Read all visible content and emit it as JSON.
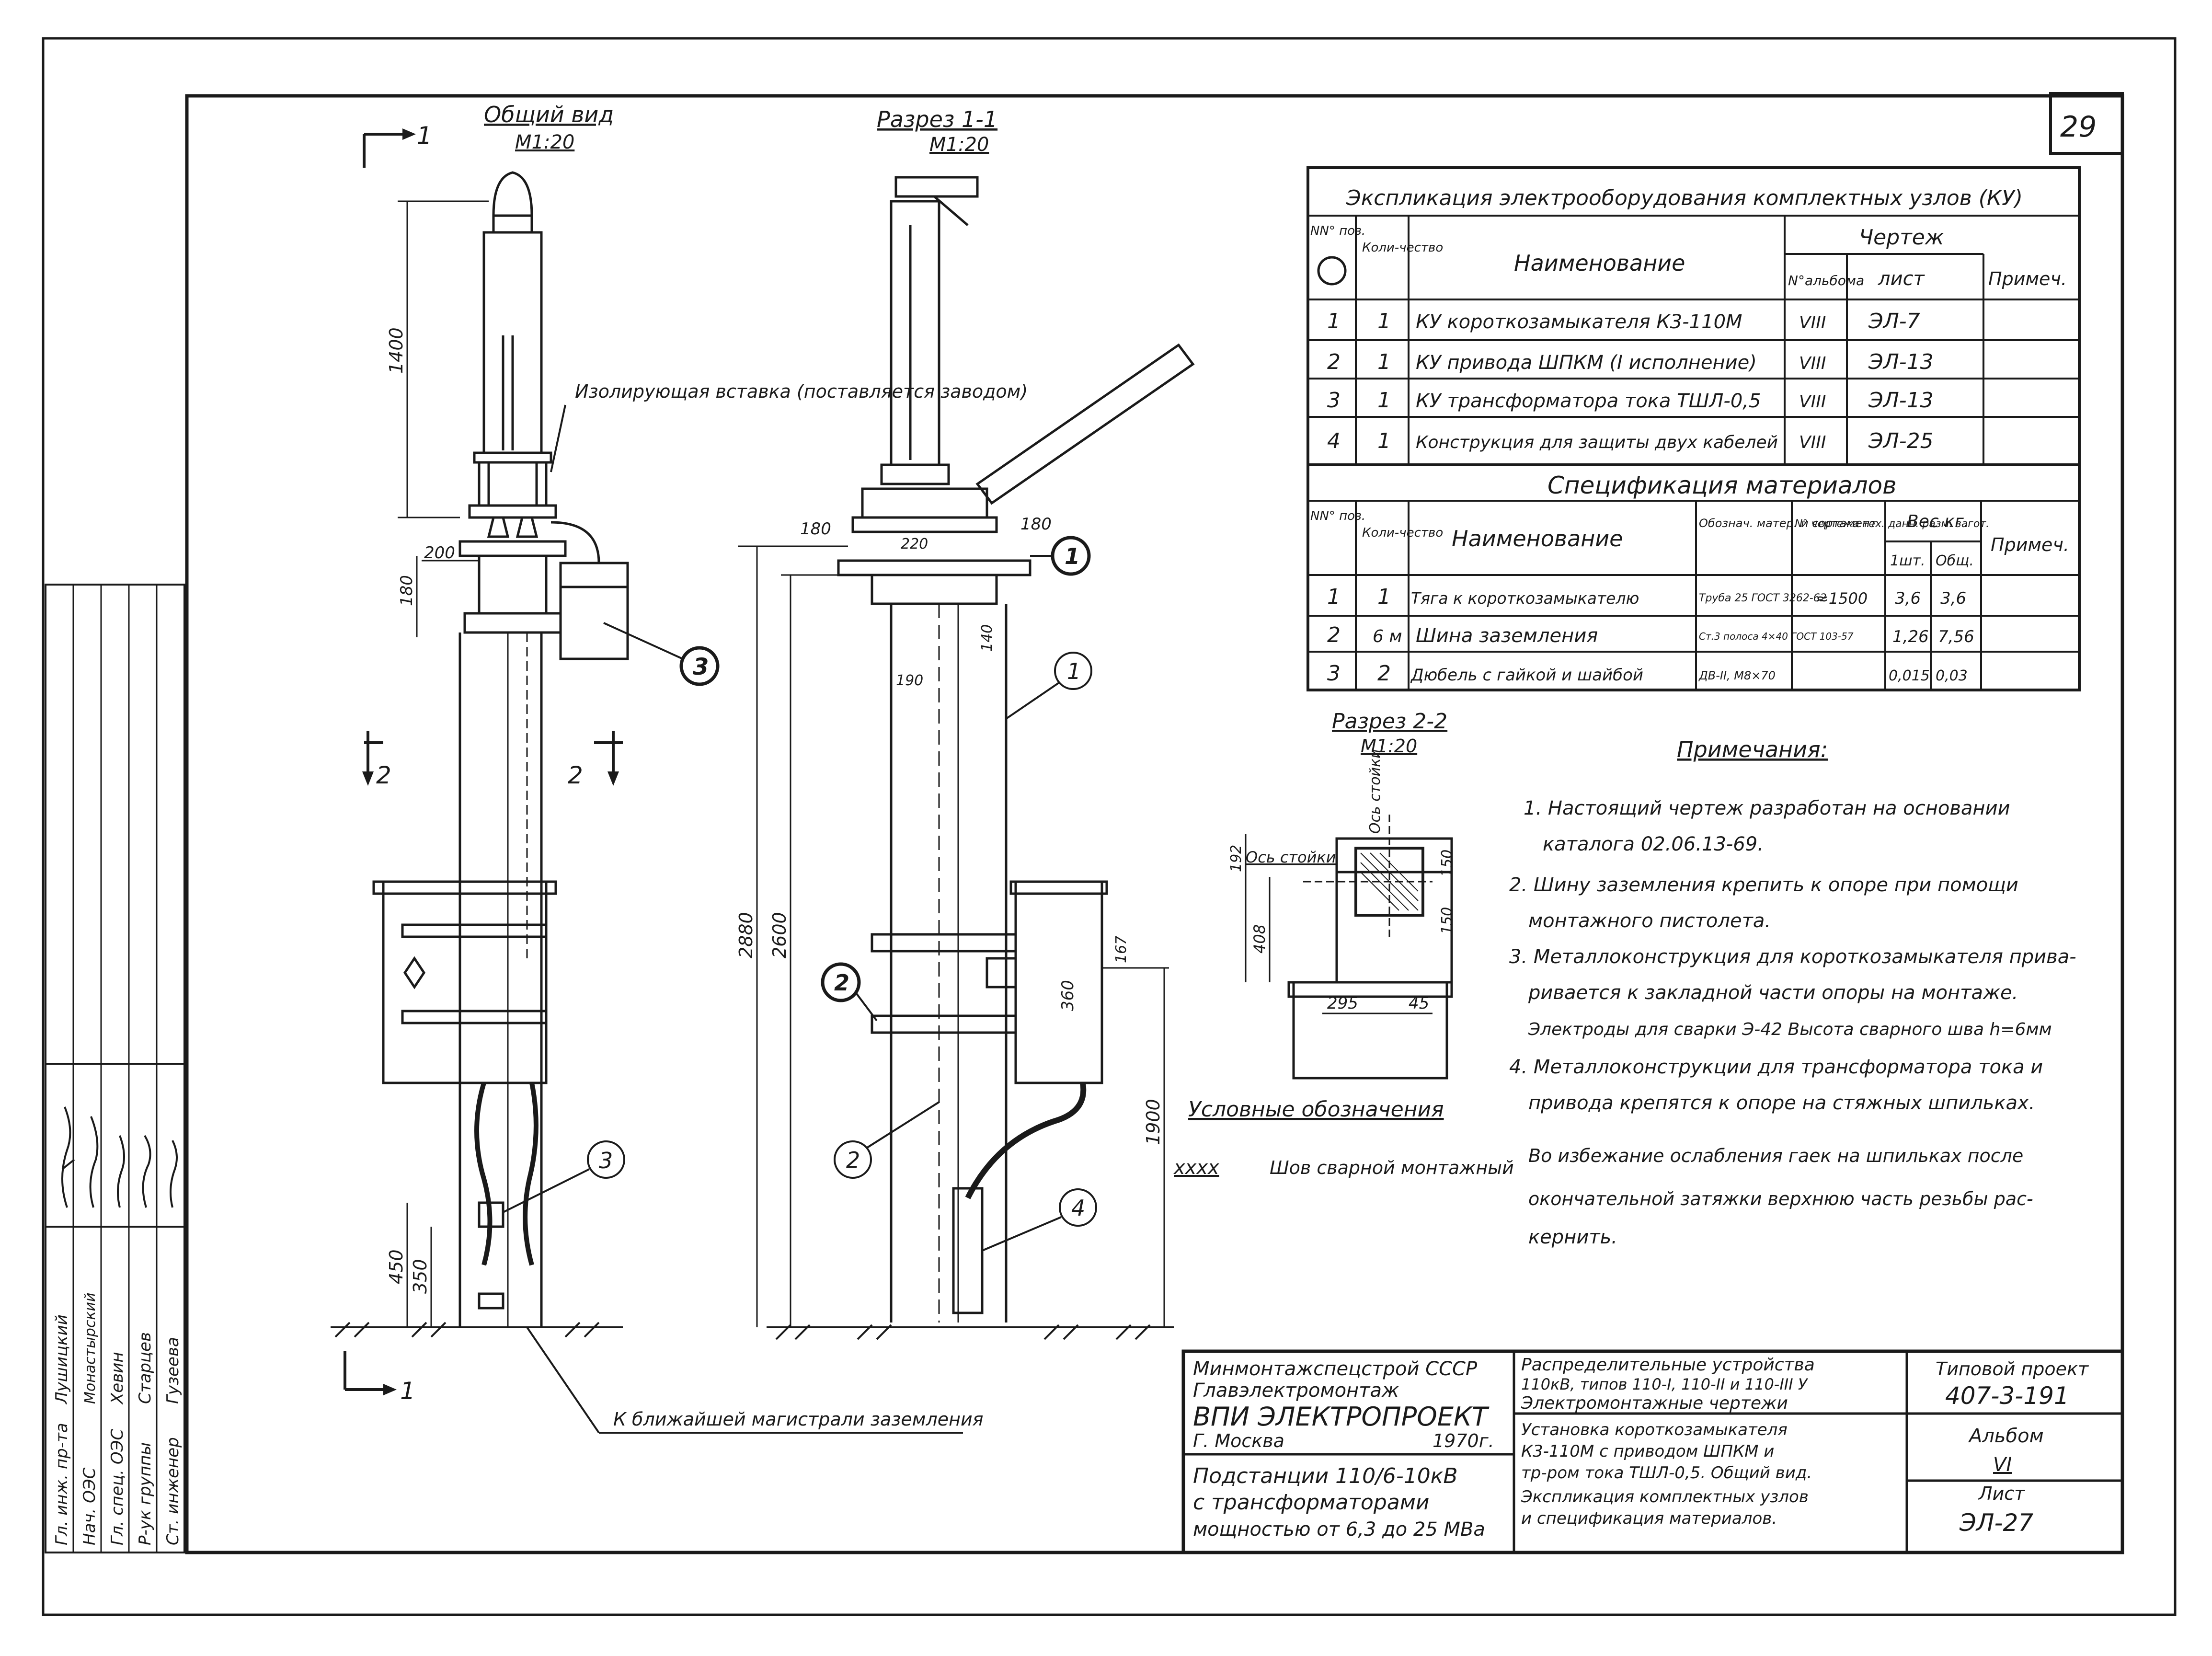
{
  "sheet_number": "29",
  "view_general": {
    "title": "Общий вид",
    "scale": "М1:20"
  },
  "view_section_1": {
    "title": "Разрез 1-1",
    "scale": "М1:20"
  },
  "view_section_2": {
    "title": "Разрез 2-2",
    "scale": "М1:20"
  },
  "section_marks": {
    "one": "1",
    "two": "2"
  },
  "insulating_insert_note": "Изолирующая вставка (поставляется заводом)",
  "grounding_note": "К ближайшей магистрали заземления",
  "dimensions": {
    "d1400": "1400",
    "d200": "200",
    "d180": "180",
    "d450": "450",
    "d350": "350",
    "d2880": "2880",
    "d2600": "2600",
    "d180a": "180",
    "d180b": "180",
    "d220": "220",
    "d140": "140",
    "d190": "190",
    "d360": "360",
    "d167": "167",
    "d1900": "1900",
    "d192": "192",
    "d408": "408",
    "d150": "150",
    "d150b": "150",
    "d295": "295",
    "d45": "45"
  },
  "section2_labels": {
    "axis_left": "Ось стойки",
    "axis_top": "Ось стойки"
  },
  "callouts": [
    "1",
    "2",
    "3",
    "4"
  ],
  "legend": {
    "title": "Условные обозначения",
    "symbol": "хххх",
    "desc": "Шов сварной монтажный"
  },
  "explication_table": {
    "title": "Экспликация электрооборудования комплектных узлов (КУ)",
    "headers": {
      "pos": "NN° поз.",
      "qty": "Коли-чество",
      "name": "Наименование",
      "drawing": "Чертеж",
      "album": "N°альбома",
      "sheet": "лист",
      "note": "Примеч."
    },
    "rows": [
      {
        "pos": "1",
        "qty": "1",
        "name": "КУ короткозамыкателя К3-110М",
        "album": "VIII",
        "sheet": "ЭЛ-7",
        "note": ""
      },
      {
        "pos": "2",
        "qty": "1",
        "name": "КУ привода ШПКМ (I исполнение)",
        "album": "VIII",
        "sheet": "ЭЛ-13",
        "note": ""
      },
      {
        "pos": "3",
        "qty": "1",
        "name": "КУ трансформатора тока ТШЛ-0,5",
        "album": "VIII",
        "sheet": "ЭЛ-13",
        "note": ""
      },
      {
        "pos": "4",
        "qty": "1",
        "name": "Конструкция для защиты двух кабелей",
        "album": "VIII",
        "sheet": "ЭЛ-25",
        "note": ""
      }
    ]
  },
  "spec_table": {
    "title": "Спецификация материалов",
    "headers": {
      "pos": "NN° поз.",
      "qty": "Коли-чество",
      "name": "Наименование",
      "designation": "Обознач. матер. и сортамент",
      "drawing": "N° чертежа тех. данн. разм. загот.",
      "weight": "Вес кг.",
      "one": "1шт.",
      "total": "Общ.",
      "note": "Примеч."
    },
    "rows": [
      {
        "pos": "1",
        "qty": "1",
        "name": "Тяга к короткозамыкателю",
        "designation": "Труба 25 ГОСТ 3262-62",
        "drawing": "≈1500",
        "one": "3,6",
        "total": "3,6",
        "note": ""
      },
      {
        "pos": "2",
        "qty": "6 м",
        "name": "Шина заземления",
        "designation": "Ст.3 полоса 4×40 ГОСТ 103-57",
        "drawing": "",
        "one": "1,26",
        "total": "7,56",
        "note": ""
      },
      {
        "pos": "3",
        "qty": "2",
        "name": "Дюбель с гайкой и шайбой",
        "designation": "ДВ-II, М8×70",
        "drawing": "",
        "one": "0,015",
        "total": "0,03",
        "note": ""
      }
    ]
  },
  "notes": {
    "title": "Примечания:",
    "items": [
      "1. Настоящий чертеж разработан на основании",
      "каталога 02.06.13-69.",
      "2. Шину заземления крепить к опоре при помощи",
      "монтажного пистолета.",
      "3. Металлоконструкция для короткозамыкателя прива-",
      "ривается к закладной части опоры на монтаже.",
      "Электроды для сварки Э-42 Высота сварного шва h=6мм",
      "4. Металлоконструкции для трансформатора тока и",
      "привода крепятся к опоре на стяжных шпильках.",
      "Во избежание ослабления гаек на шпильках после",
      "окончательной затяжки верхнюю часть резьбы рас-",
      "кернить."
    ]
  },
  "signatures": [
    {
      "role": "Гл. инж. пр-та",
      "name": "Лушицкий"
    },
    {
      "role": "Нач. ОЭС",
      "name": "Монастырский"
    },
    {
      "role": "Гл. спец. ОЭС",
      "name": "Хевин"
    },
    {
      "role": "Р-ук группы",
      "name": "Старцев"
    },
    {
      "role": "Ст. инженер",
      "name": "Гузеева"
    }
  ],
  "title_block": {
    "org": [
      "Минмонтажспецстрой СССР",
      "Главэлектромонтаж",
      "ВПИ ЭЛЕКТРОПРОЕКТ",
      "Г. Москва"
    ],
    "year": "1970г.",
    "substation": [
      "Подстанции 110/6-10кВ",
      "с трансформаторами",
      "мощностью от 6,3 до 25 МВа"
    ],
    "series": [
      "Распределительные устройства",
      "110кВ, типов 110-I, 110-II и 110-III У",
      "Электромонтажные чертежи"
    ],
    "sheet_title": [
      "Установка короткозамыкателя",
      "К3-110М с приводом ШПКМ и",
      "тр-ром тока ТШЛ-0,5. Общий вид.",
      "Экспликация комплектных узлов",
      "и спецификация материалов."
    ],
    "project_label": "Типовой проект",
    "project_number": "407-3-191",
    "album_label": "Альбом",
    "album_value": "VI",
    "sheet_label": "Лист",
    "sheet_value": "ЭЛ-27"
  }
}
